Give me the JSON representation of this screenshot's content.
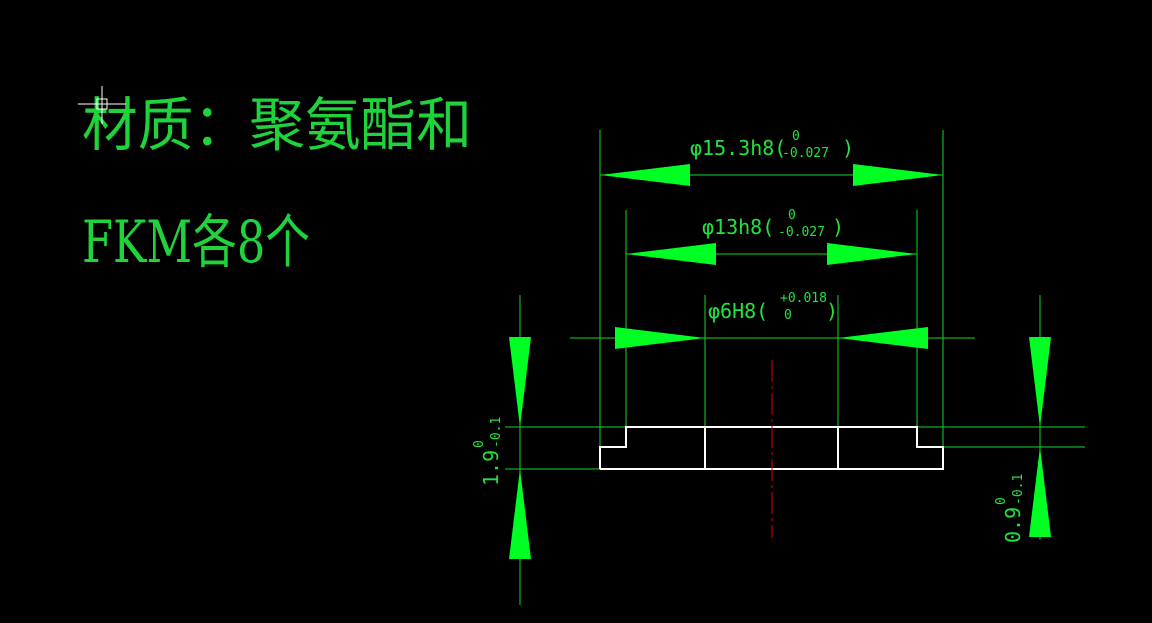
{
  "colors": {
    "background": "#000000",
    "annotation_text": "#1fd33a",
    "dimension_lines": "#16d61f",
    "arrowheads": "#00ff22",
    "part_outline": "#ffffff",
    "center_line": "#e00000"
  },
  "notes": {
    "line1": "材质：聚氨酯和",
    "line2": "FKM各8个"
  },
  "dimensions": {
    "outer_diameter": {
      "base": "φ15.3h8(",
      "upper": "0",
      "lower": "-0.027",
      "close": ")"
    },
    "middle_diameter": {
      "base": "φ13h8(",
      "upper": "0",
      "lower": "-0.027",
      "close": ")"
    },
    "inner_diameter": {
      "base": "φ6H8(",
      "upper": "+0.018",
      "lower": "0",
      "close": ")"
    },
    "total_thickness": {
      "base": "1.9",
      "upper": "0",
      "lower": "-0.1"
    },
    "step_thickness": {
      "base": "0.9",
      "upper": "0",
      "lower": "-0.1"
    }
  },
  "icons": {
    "cursor": "crosshair-cursor-icon"
  }
}
